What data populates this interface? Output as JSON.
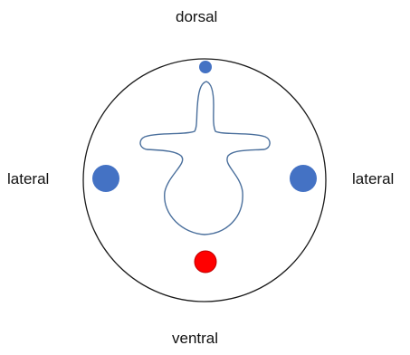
{
  "labels": {
    "dorsal": "dorsal",
    "ventral": "ventral",
    "lateral_left": "lateral",
    "lateral_right": "lateral"
  },
  "colors": {
    "outline": "#1a1a1a",
    "spinal_outline": "#4a6f9c",
    "blue_marker": "#4472c4",
    "red_marker": "#ff0000",
    "red_marker_stroke": "#c00000"
  }
}
